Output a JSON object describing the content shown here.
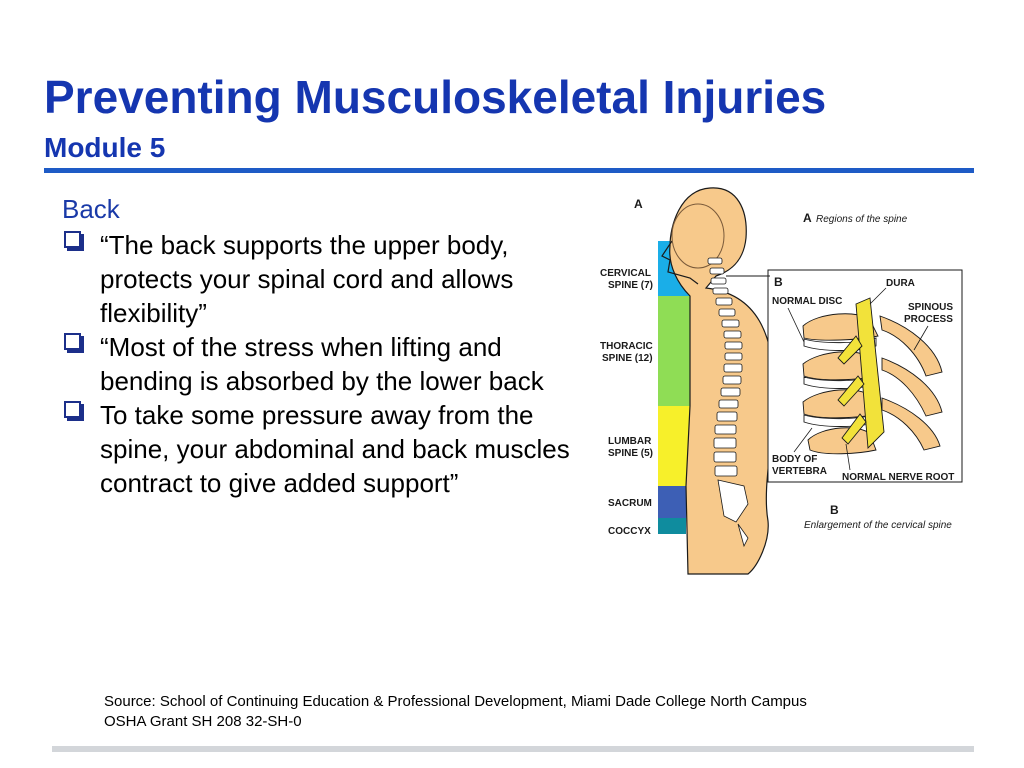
{
  "slide": {
    "title": "Preventing Musculoskeletal Injuries",
    "subtitle": "Module 5",
    "section_heading": "Back",
    "bullets": [
      "“The back supports the upper body, protects your spinal cord and allows flexibility”",
      "“Most of the stress when lifting and bending is absorbed by the lower back",
      "To take some pressure away from the spine, your abdominal and back muscles contract to give added support”"
    ],
    "source_line1": "Source: School of Continuing  Education  & Professional Development,  Miami Dade College  North Campus",
    "source_line2": "OSHA Grant SH 208 32-SH-0"
  },
  "figure": {
    "panel_a_letter": "A",
    "panel_a_caption": "Regions of the spine",
    "panel_b_letter": "B",
    "panel_b_caption": "Enlargement of the cervical spine",
    "regions": [
      {
        "line1": "CERVICAL",
        "line2": "SPINE (7)",
        "color": "#1aaee8"
      },
      {
        "line1": "THORACIC",
        "line2": "SPINE (12)",
        "color": "#8fdd55"
      },
      {
        "line1": "LUMBAR",
        "line2": "SPINE (5)",
        "color": "#f7f02a"
      },
      {
        "line1": "SACRUM",
        "line2": "",
        "color": "#3d5fb5"
      },
      {
        "line1": "COCCYX",
        "line2": "",
        "color": "#0f8c9e"
      }
    ],
    "callouts": {
      "dura": "DURA",
      "normal_disc": "NORMAL DISC",
      "spinous_1": "SPINOUS",
      "spinous_2": "PROCESS",
      "body_1": "BODY OF",
      "body_2": "VERTEBRA",
      "nerve_root": "NORMAL NERVE ROOT"
    },
    "colors": {
      "body": "#f7c98b",
      "outline": "#1a1a1a",
      "nerve": "#f2e23a"
    }
  }
}
